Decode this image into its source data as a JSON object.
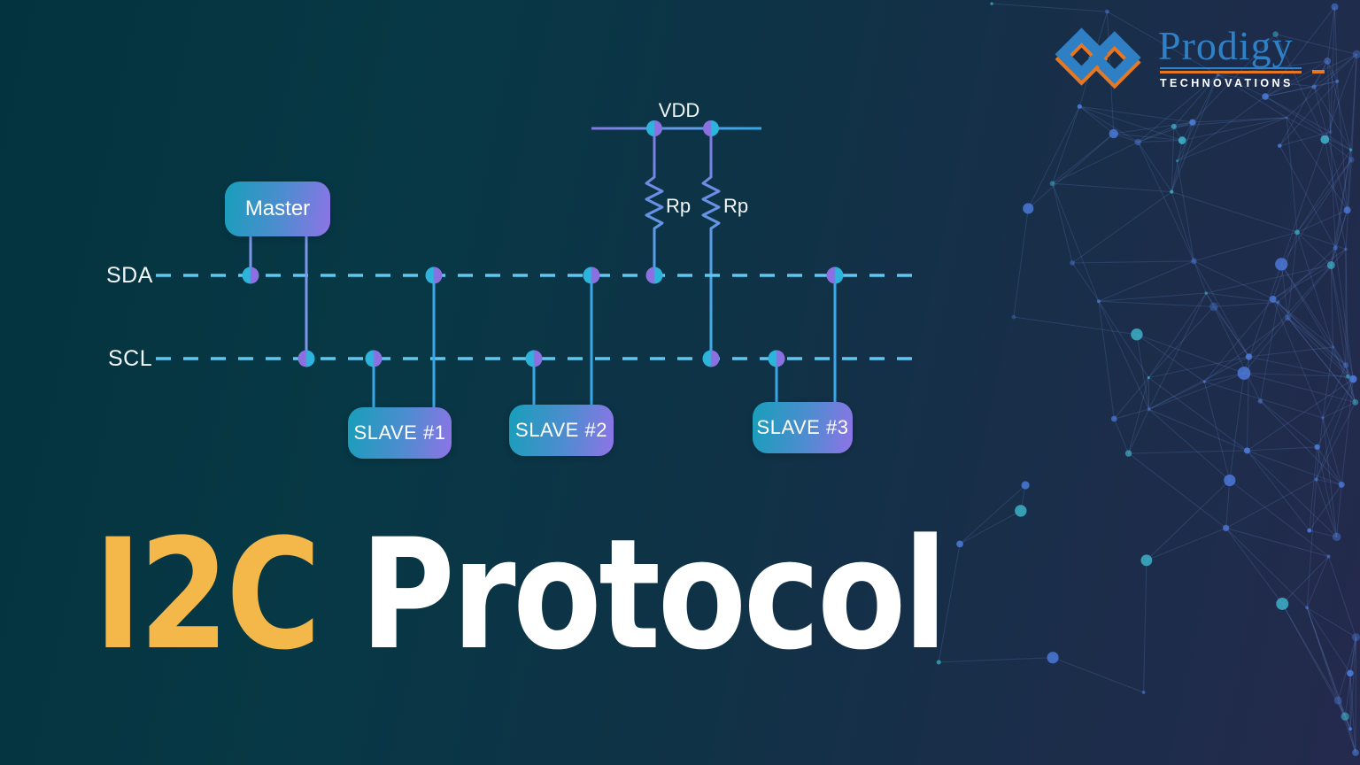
{
  "title": {
    "accent": "I2C",
    "rest": " Protocol"
  },
  "logo": {
    "name": "Prodigy",
    "subtitle": "TECHNOVATIONS"
  },
  "diagram": {
    "vdd_label": "VDD",
    "resistor_labels": {
      "rp1": "Rp",
      "rp2": "Rp"
    },
    "bus_labels": {
      "sda": "SDA",
      "scl": "SCL"
    },
    "master": {
      "label": "Master"
    },
    "slaves": [
      {
        "label": "SLAVE #1"
      },
      {
        "label": "SLAVE #2"
      },
      {
        "label": "SLAVE #3"
      }
    ]
  },
  "colors": {
    "background_teal": "#03333e",
    "background_navy": "#242a4d",
    "bus_dash_blue": "#5fc8f0",
    "connector_periwinkle": "#7e96ea",
    "connector_cyan": "#38a8e8",
    "pullup_purple": "#8478e2",
    "box_gradient_start": "#179fba",
    "box_gradient_end": "#8f73e6",
    "title_accent_orange": "#f4b74a",
    "title_white": "#ffffff",
    "logo_blue": "#2e81c6",
    "logo_orange": "#e87722"
  }
}
